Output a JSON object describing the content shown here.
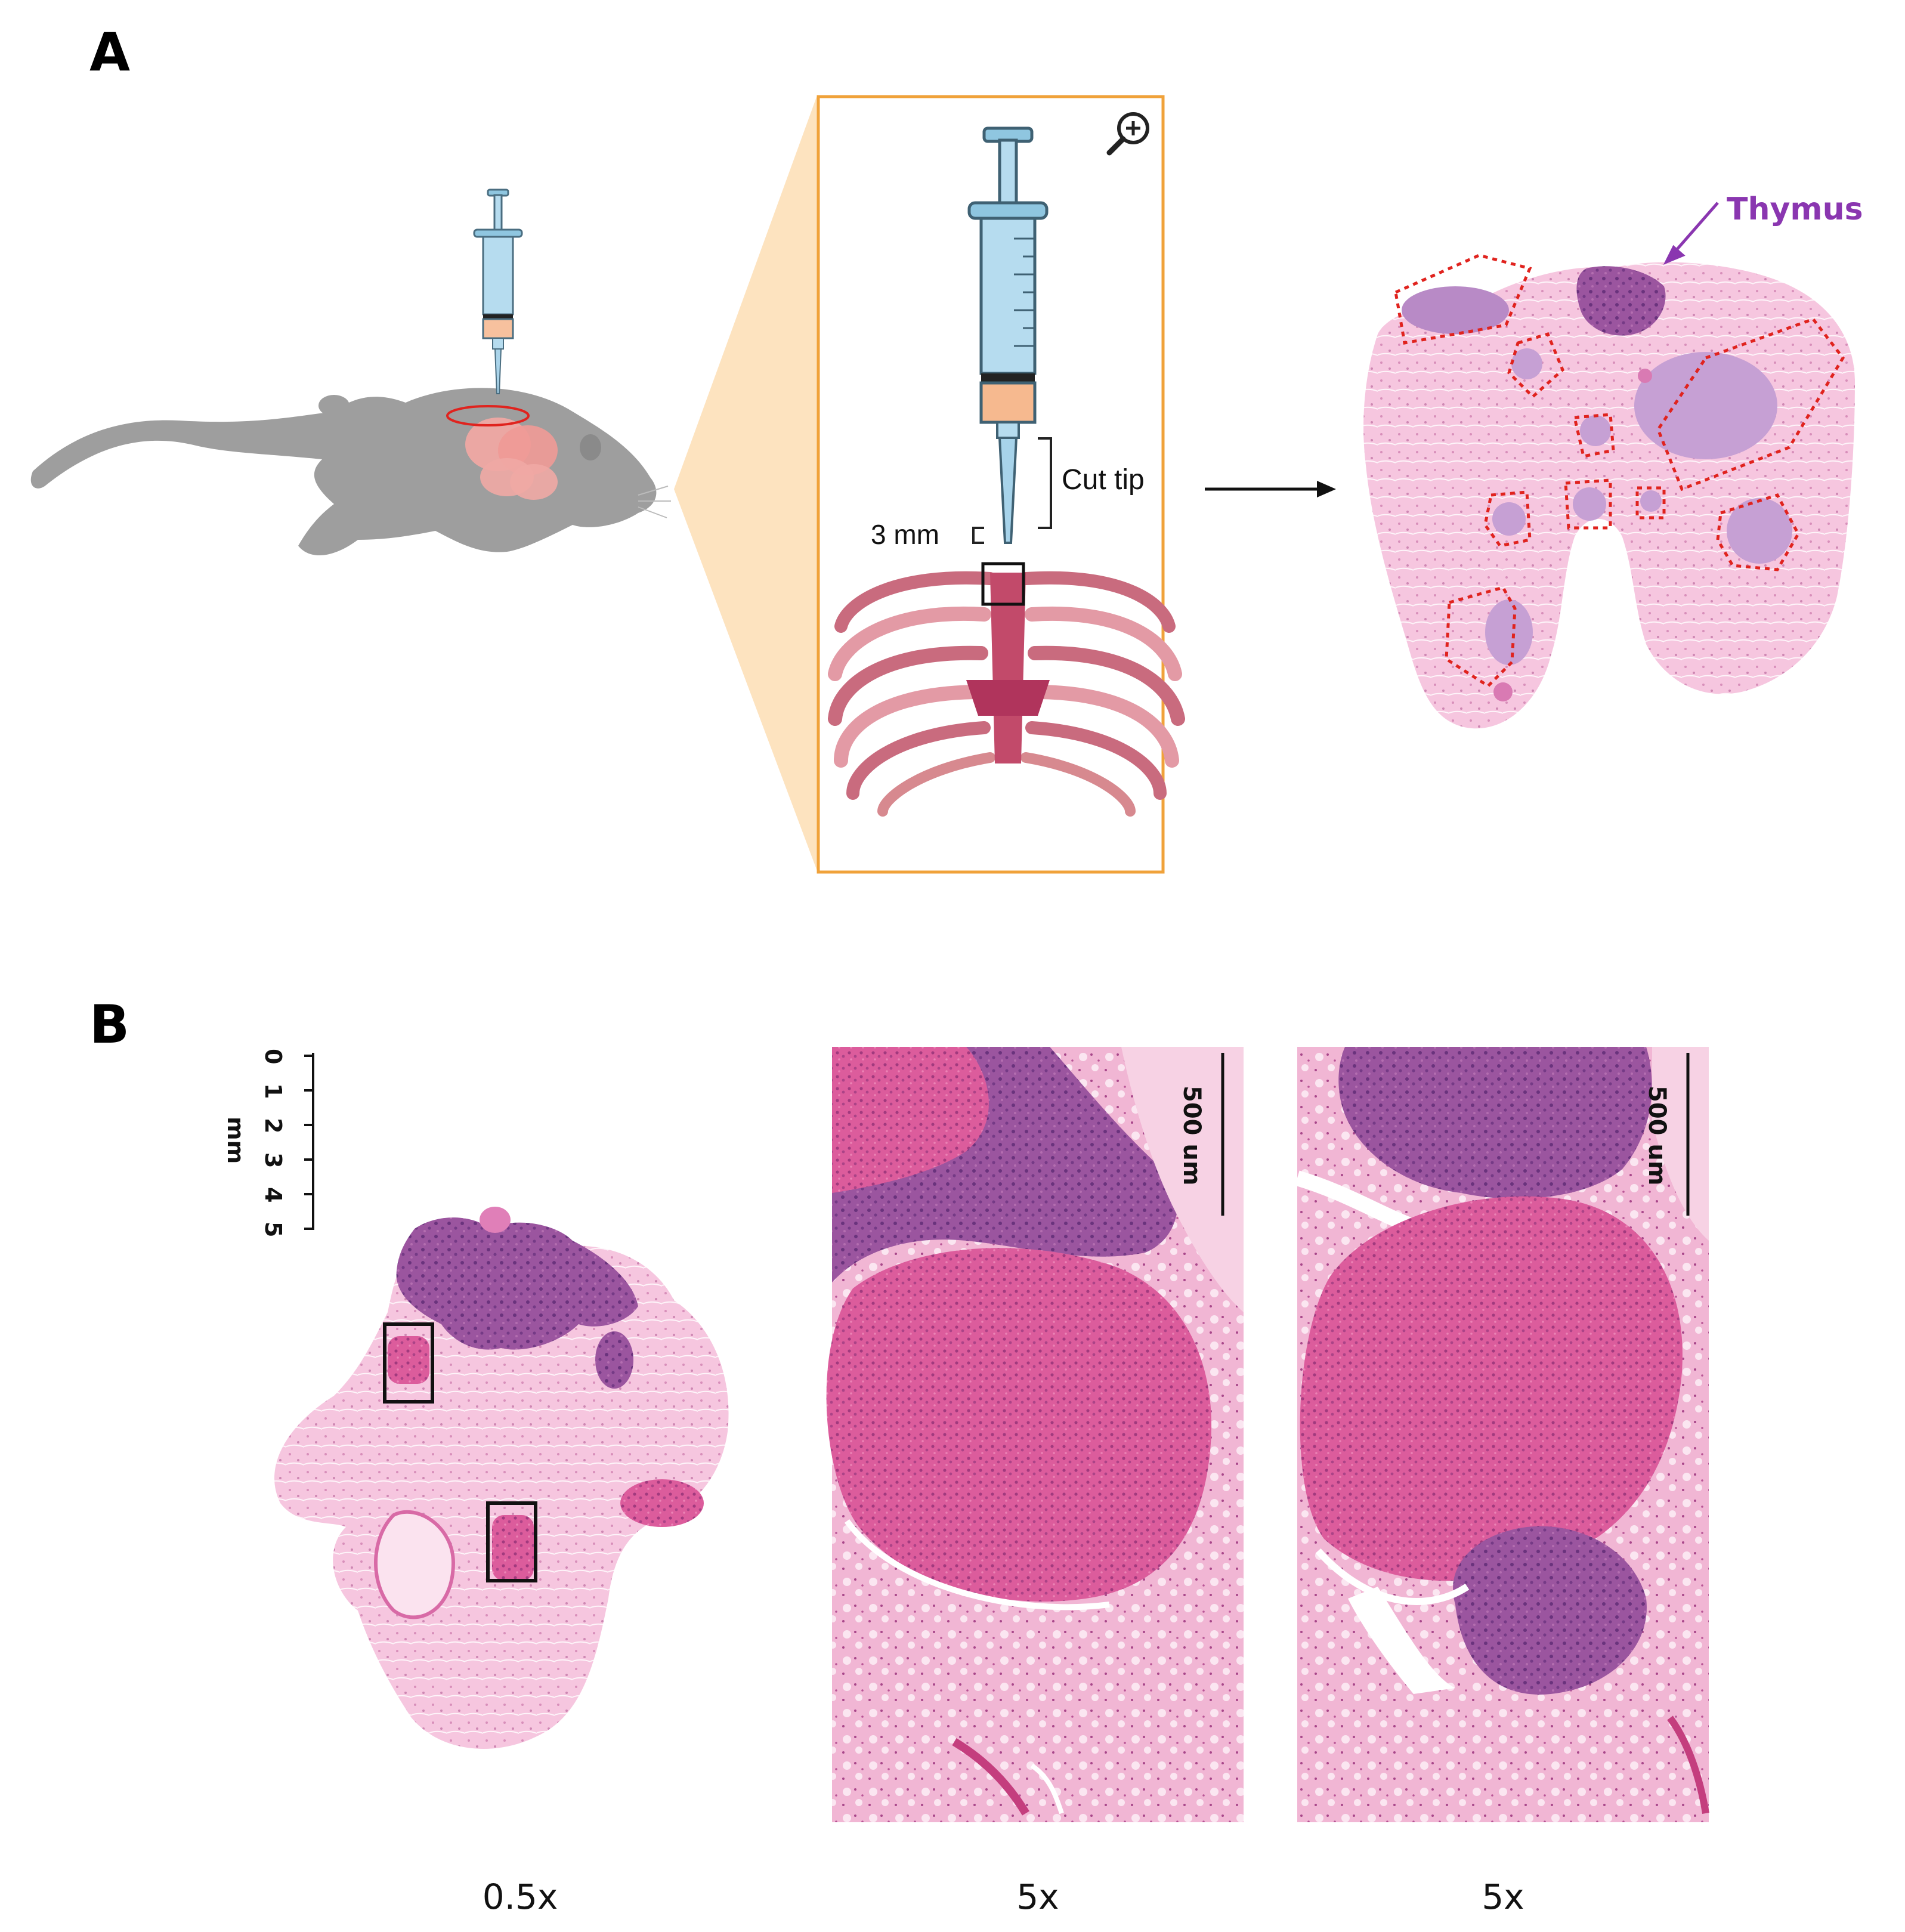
{
  "panels": {
    "a": {
      "letter": "A"
    },
    "b": {
      "letter": "B"
    }
  },
  "panel_a": {
    "cut_tip_label": "Cut tip",
    "depth_label": "3 mm",
    "thymus_label": "Thymus",
    "zoom_icon": "zoom-in-icon"
  },
  "panel_b": {
    "scale_bar": {
      "ticks": [
        "0",
        "1",
        "2",
        "3",
        "4",
        "5"
      ],
      "unit": "mm"
    },
    "micrograph_scale_label": "500 um",
    "magnifications": [
      "0.5x",
      "5x",
      "5x"
    ]
  },
  "colors": {
    "inset_border": "#f0a23a",
    "inset_wedge": "#fde3bf",
    "tumor_outline": "#e0231e",
    "thymus_text": "#8a36b0",
    "he_pink": "#e98bbf",
    "he_purple": "#8c4a9c"
  }
}
